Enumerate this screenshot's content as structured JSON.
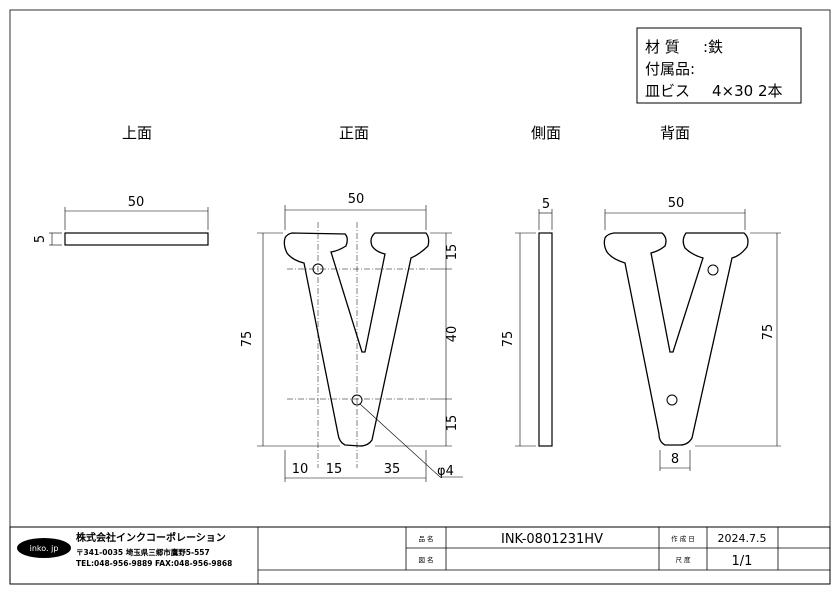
{
  "spec": {
    "material_label": "材 質",
    "material_value": ":鉄",
    "accessory_label": "付属品:",
    "screw_label": "皿ビス",
    "screw_value": "4×30  2本"
  },
  "views": {
    "top": "上面",
    "front": "正面",
    "side": "側面",
    "back": "背面"
  },
  "dims": {
    "top_width": "50",
    "top_thickness": "5",
    "front_width": "50",
    "front_height": "75",
    "front_seg_top": "15",
    "front_seg_mid": "40",
    "front_seg_bot": "15",
    "front_h1": "10",
    "front_h2": "15",
    "front_h3": "35",
    "hole_dia": "φ4",
    "side_thickness": "5",
    "side_height": "75",
    "back_width": "50",
    "back_height": "75",
    "back_bottom": "8"
  },
  "title_block": {
    "logo": "inko. jp",
    "company": "株式会社インクコーポレーション",
    "address": "〒341-0035 埼玉県三郷市鷹野5-557",
    "contact": "TEL:048-956-9889  FAX:048-956-9868",
    "product_name_label": "品 名",
    "product_name": "INK-0801231HV",
    "drawing_name_label": "図 名",
    "drawing_name": "",
    "date_label": "作 成 日",
    "date": "2024.7.5",
    "scale_label": "尺 度",
    "scale": "1/1"
  }
}
